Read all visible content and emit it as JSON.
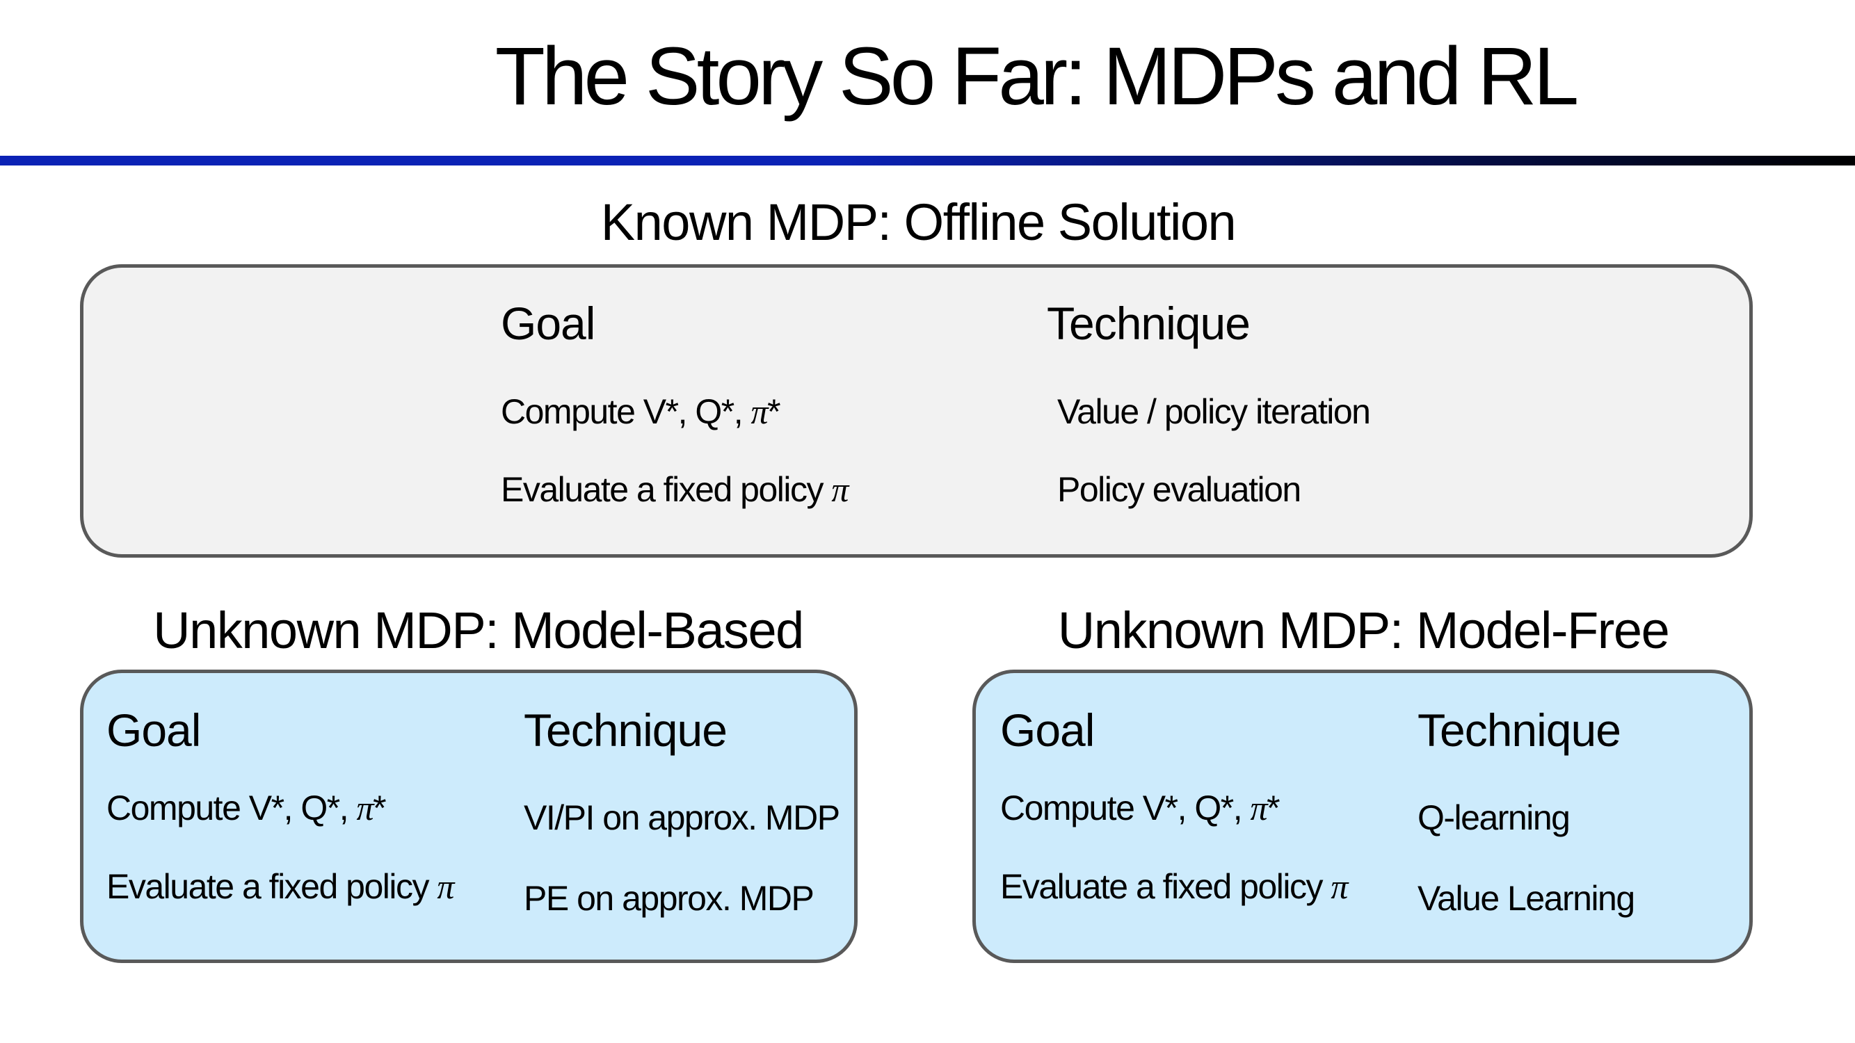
{
  "slide": {
    "title": "The Story So Far: MDPs and RL"
  },
  "colors": {
    "rule_blue": "#0b22b5",
    "rule_black": "#000000",
    "panel_grey": "#f2f2f2",
    "panel_blue": "#cdebfc",
    "panel_border": "#595959"
  },
  "known_mdp": {
    "heading": "Known MDP: Offline Solution",
    "goal_header": "Goal",
    "technique_header": "Technique",
    "rows": [
      {
        "goal": "Compute V*, Q*, ",
        "goal_symbol": "π",
        "goal_suffix": "*",
        "technique": "Value /  policy iteration"
      },
      {
        "goal": "Evaluate a fixed policy ",
        "goal_symbol": "π",
        "goal_suffix": "",
        "technique": "Policy evaluation"
      }
    ]
  },
  "model_based": {
    "heading": "Unknown MDP: Model-Based",
    "goal_header": "Goal",
    "technique_header": "Technique",
    "rows": [
      {
        "goal": "Compute V*, Q*, ",
        "goal_symbol": "π",
        "goal_suffix": "*",
        "technique": "VI/PI on approx. MDP"
      },
      {
        "goal": "Evaluate a fixed policy  ",
        "goal_symbol": "π",
        "goal_suffix": "",
        "technique": "PE on approx. MDP"
      }
    ]
  },
  "model_free": {
    "heading": "Unknown MDP: Model-Free",
    "goal_header": "Goal",
    "technique_header": "Technique",
    "rows": [
      {
        "goal": "Compute V*, Q*, ",
        "goal_symbol": "π",
        "goal_suffix": "*",
        "technique": "Q-learning"
      },
      {
        "goal": "Evaluate a fixed policy  ",
        "goal_symbol": "π",
        "goal_suffix": "",
        "technique": "Value Learning"
      }
    ]
  }
}
